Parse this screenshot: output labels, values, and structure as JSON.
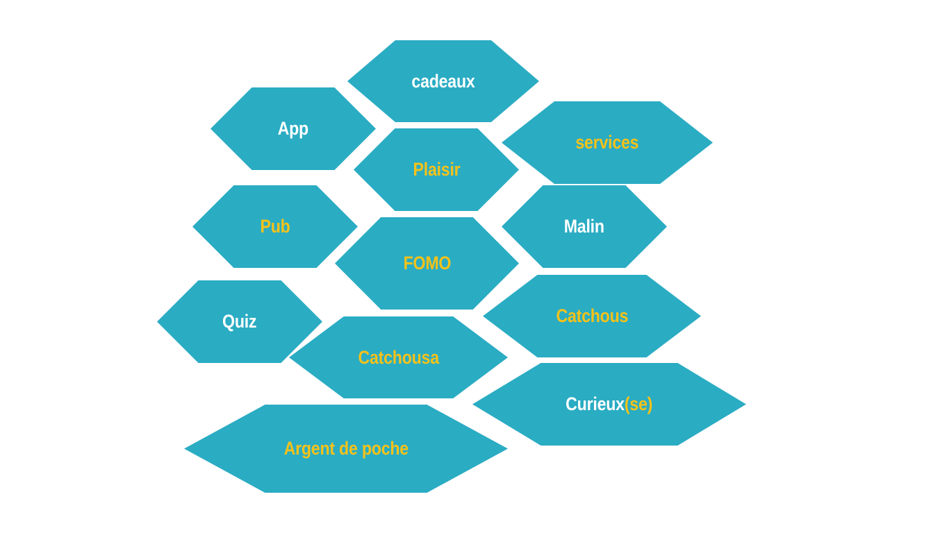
{
  "colors": {
    "hex_fill": "#2aacc3",
    "text_white": "#ffffff",
    "text_yellow": "#f4c21a"
  },
  "words": [
    {
      "id": "cadeaux",
      "parts": [
        {
          "text": "cadeaux",
          "color": "white"
        }
      ]
    },
    {
      "id": "app",
      "parts": [
        {
          "text": "App",
          "color": "white"
        }
      ]
    },
    {
      "id": "services",
      "parts": [
        {
          "text": "services",
          "color": "yellow"
        }
      ]
    },
    {
      "id": "plaisir",
      "parts": [
        {
          "text": "Plaisir",
          "color": "yellow"
        }
      ]
    },
    {
      "id": "pub",
      "parts": [
        {
          "text": "Pub",
          "color": "yellow"
        }
      ]
    },
    {
      "id": "malin",
      "parts": [
        {
          "text": "Malin",
          "color": "white"
        }
      ]
    },
    {
      "id": "fomo",
      "parts": [
        {
          "text": "FOMO",
          "color": "yellow"
        }
      ]
    },
    {
      "id": "quiz",
      "parts": [
        {
          "text": "Quiz",
          "color": "white"
        }
      ]
    },
    {
      "id": "catchous",
      "parts": [
        {
          "text": "Catchous",
          "color": "yellow"
        }
      ]
    },
    {
      "id": "catchousa",
      "parts": [
        {
          "text": "Catchousa",
          "color": "yellow"
        }
      ]
    },
    {
      "id": "curieux",
      "parts": [
        {
          "text": "Curieux",
          "color": "white"
        },
        {
          "text": "(se)",
          "color": "yellow"
        }
      ]
    },
    {
      "id": "argent",
      "parts": [
        {
          "text": "Argent de poche",
          "color": "yellow"
        }
      ]
    }
  ]
}
